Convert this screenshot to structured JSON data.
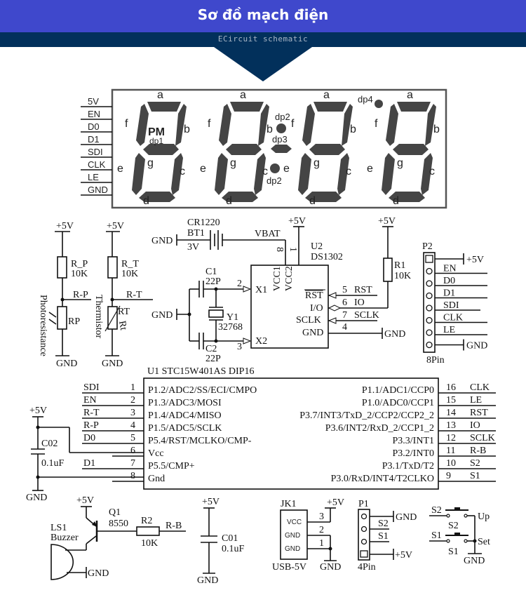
{
  "header": {
    "title": "Sơ đồ mạch điện",
    "subtitle": "ECircuit schematic",
    "colors": {
      "title_bar": "#3f48cc",
      "subtitle_bar": "#02305b",
      "subtitle_text": "#a9b6c6"
    }
  },
  "display": {
    "pins": [
      "5V",
      "EN",
      "D0",
      "D1",
      "SDI",
      "CLK",
      "LE",
      "GND"
    ],
    "segments": {
      "a": "a",
      "b": "b",
      "c": "c",
      "d": "d",
      "e": "e",
      "f": "f",
      "g": "g"
    },
    "pm": "PM",
    "dp1": "dp1",
    "dp2": "dp2",
    "dp3": "dp3",
    "dp4": "dp4"
  },
  "sensors": {
    "vcc": "+5V",
    "gnd": "GND",
    "r_p": {
      "name": "R_P",
      "value": "10K",
      "net": "R-P",
      "sensor": "RP",
      "label": "Photoresistance"
    },
    "r_t": {
      "name": "R_T",
      "value": "10K",
      "net": "R-T",
      "sensor": "RT",
      "label": "Thermistor",
      "symbol": "Rt"
    }
  },
  "rtc": {
    "battery": {
      "type": "CR1220",
      "ref": "BT1",
      "voltage": "3V",
      "net": "VBAT"
    },
    "gnd": "GND",
    "vcc": "+5V",
    "chip_ref": "U2",
    "chip": "DS1302",
    "c1": {
      "ref": "C1",
      "value": "22P"
    },
    "c2": {
      "ref": "C2",
      "value": "22P"
    },
    "crystal": {
      "ref": "Y1",
      "value": "32768"
    },
    "pins": {
      "x1": "X1",
      "x2": "X2",
      "vcc1": "VCC1",
      "vcc2": "VCC2",
      "rst": "RST",
      "io": "I/O",
      "sclk": "SCLK",
      "gnd": "GND",
      "n8": "8",
      "n1": "1",
      "n2": "2",
      "n3": "3",
      "n5": "5",
      "n6": "6",
      "n7": "7",
      "n4": "4"
    },
    "nets": {
      "rst": "RST",
      "io": "IO",
      "sclk": "SCLK"
    },
    "r1": {
      "ref": "R1",
      "value": "10K"
    }
  },
  "p2": {
    "ref": "P2",
    "footprint": "8Pin",
    "nets": [
      "+5V",
      "EN",
      "D0",
      "D1",
      "SDI",
      "CLK",
      "LE",
      "GND"
    ]
  },
  "mcu": {
    "title": "U1   STC15W401AS   DIP16",
    "left_pins": [
      {
        "net": "SDI",
        "num": "1",
        "func": "P1.2/ADC2/SS/ECI/CMPO"
      },
      {
        "net": "EN",
        "num": "2",
        "func": "P1.3/ADC3/MOSI"
      },
      {
        "net": "R-T",
        "num": "3",
        "func": "P1.4/ADC4/MISO"
      },
      {
        "net": "R-P",
        "num": "4",
        "func": "P1.5/ADC5/SCLK"
      },
      {
        "net": "D0",
        "num": "5",
        "func": "P5.4/RST/MCLKO/CMP-"
      },
      {
        "net": "",
        "num": "6",
        "func": "Vcc"
      },
      {
        "net": "D1",
        "num": "7",
        "func": "P5.5/CMP+"
      },
      {
        "net": "",
        "num": "8",
        "func": "Gnd"
      }
    ],
    "right_pins": [
      {
        "net": "CLK",
        "num": "16",
        "func": "P1.1/ADC1/CCP0"
      },
      {
        "net": "LE",
        "num": "15",
        "func": "P1.0/ADC0/CCP1"
      },
      {
        "net": "RST",
        "num": "14",
        "func": "P3.7/INT3/TxD_2/CCP2/CCP2_2"
      },
      {
        "net": "IO",
        "num": "13",
        "func": "P3.6/INT2/RxD_2/CCP1_2"
      },
      {
        "net": "SCLK",
        "num": "12",
        "func": "P3.3/INT1"
      },
      {
        "net": "R-B",
        "num": "11",
        "func": "P3.2/INT0"
      },
      {
        "net": "S2",
        "num": "10",
        "func": "P3.1/TxD/T2"
      },
      {
        "net": "S1",
        "num": "9",
        "func": "P3.0/RxD/INT4/T2CLKO"
      }
    ],
    "decoupling": {
      "ref": "C02",
      "value": "0.1uF",
      "vcc": "+5V",
      "gnd": "GND"
    }
  },
  "buzzer": {
    "vcc": "+5V",
    "q_ref": "Q1",
    "q_type": "8550",
    "r_ref": "R2",
    "r_value": "10K",
    "net": "R-B",
    "ls_ref": "LS1",
    "ls_name": "Buzzer",
    "gnd": "GND"
  },
  "c01": {
    "ref": "C01",
    "value": "0.1uF",
    "vcc": "+5V",
    "gnd": "GND"
  },
  "usb": {
    "ref": "JK1",
    "name": "USB-5V",
    "pins": [
      "VCC",
      "GND",
      "GND"
    ],
    "nums": [
      "3",
      "2",
      "1"
    ],
    "vcc": "+5V",
    "gnd": "GND"
  },
  "p1": {
    "ref": "P1",
    "footprint": "4Pin",
    "nets": [
      "GND",
      "S2",
      "S1",
      "+5V"
    ]
  },
  "buttons": {
    "s2_net": "S2",
    "s2_ref": "S2",
    "s2_func": "Up",
    "s1_net": "S1",
    "s1_ref": "S1",
    "s1_func": "Set",
    "gnd": "GND"
  }
}
